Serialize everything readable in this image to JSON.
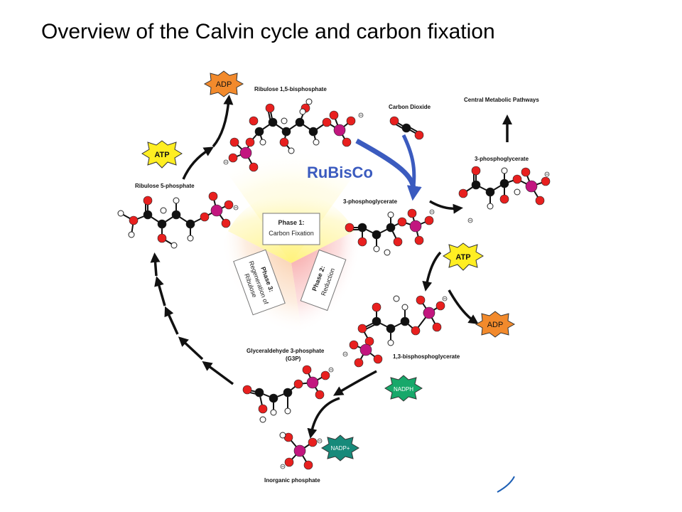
{
  "title": "Overview of the Calvin cycle and carbon fixation",
  "colors": {
    "carbon": "#111111",
    "oxygen": "#e8201f",
    "phosphorus": "#c2167f",
    "hydrogen": "#ffffff",
    "atp_fill": "#ffee22",
    "adp_fill": "#f28a2c",
    "nadph_fill": "#17a86a",
    "nadp_fill": "#178a7a",
    "rubisco_arrow": "#3b5bbf",
    "phase1_glow": "#fff27a",
    "phase2_glow": "#f58a8a",
    "phase3_glow": "#f7b987"
  },
  "molecules": {
    "rubp": "Ribulose 1,5-bisphosphate",
    "co2": "Carbon Dioxide",
    "central": "Central Metabolic Pathways",
    "pga_top": "3-phosphoglycerate",
    "pga_mid": "3-phosphoglycerate",
    "r5p": "Ribulose 5-phosphate",
    "bpg": "1,3-bisphosphoglycerate",
    "g3p_line1": "Glyceraldehyde 3-phosphate",
    "g3p_line2": "(G3P)",
    "pi": "Inorganic phosphate"
  },
  "enzyme": "RuBisCo",
  "phases": {
    "p1_title": "Phase 1:",
    "p1_body": "Carbon Fixation",
    "p2_title": "Phase 2:",
    "p2_body": "Reduction",
    "p3_title": "Phase 3:",
    "p3_body1": "Regeneration of",
    "p3_body2": "Ribulose"
  },
  "cofactors": {
    "atp_top": "ATP",
    "adp_top": "ADP",
    "atp_right": "ATP",
    "adp_right": "ADP",
    "nadph": "NADPH",
    "nadp": "NADP+"
  }
}
